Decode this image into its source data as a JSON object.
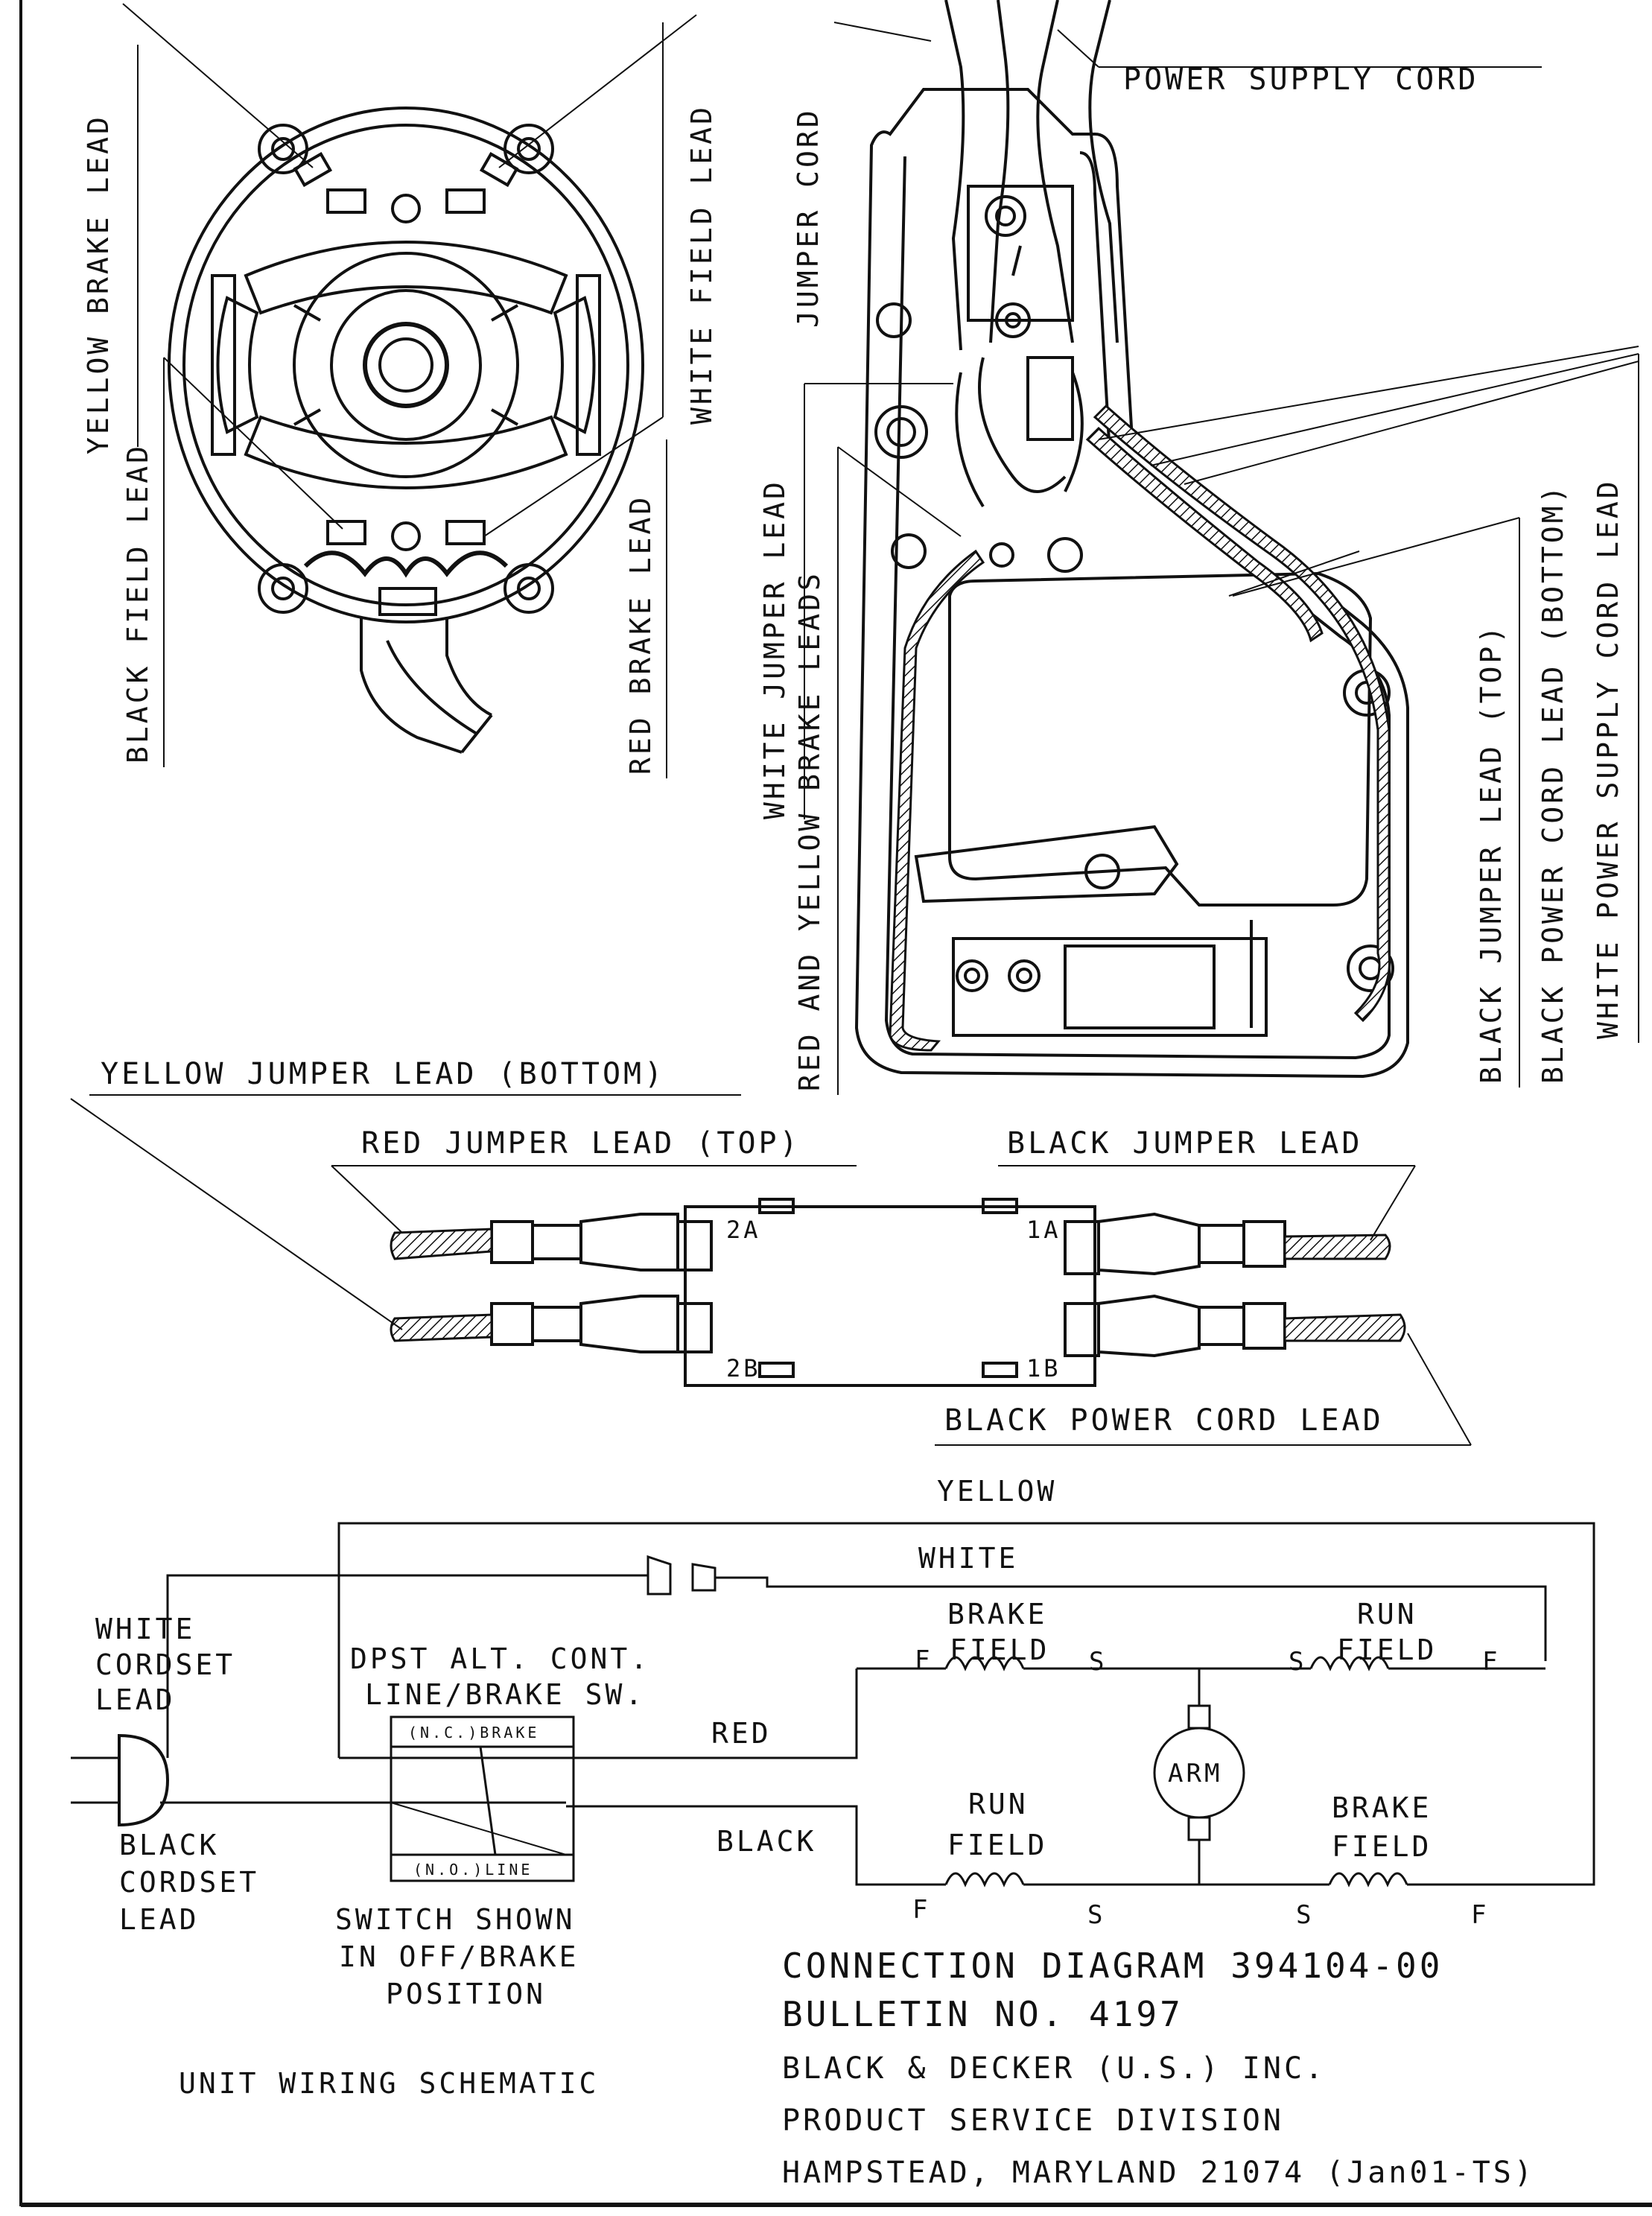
{
  "top_labels": {
    "yellow_brake_lead": "YELLOW BRAKE LEAD",
    "black_field_lead": "BLACK FIELD LEAD",
    "white_field_lead": "WHITE FIELD LEAD",
    "red_brake_lead": "RED BRAKE LEAD",
    "jumper_cord": "JUMPER CORD",
    "power_supply_cord": "POWER SUPPLY CORD",
    "white_jumper_lead": "WHITE JUMPER LEAD",
    "red_yellow_brake_leads": "RED AND YELLOW BRAKE LEADS",
    "black_jumper_lead_top": "BLACK JUMPER LEAD (TOP)",
    "black_power_cord_lead_bottom": "BLACK POWER CORD LEAD (BOTTOM)",
    "white_power_supply_cord_lead": "WHITE POWER SUPPLY CORD LEAD"
  },
  "switch_labels": {
    "yellow_jumper_lead_bottom": "YELLOW JUMPER LEAD (BOTTOM)",
    "red_jumper_lead_top": "RED JUMPER LEAD (TOP)",
    "black_jumper_lead": "BLACK JUMPER LEAD",
    "black_power_cord_lead": "BLACK POWER CORD LEAD",
    "t2a": "2A",
    "t1a": "1A",
    "t2b": "2B",
    "t1b": "1B"
  },
  "schematic": {
    "yellow": "YELLOW",
    "white": "WHITE",
    "red": "RED",
    "black": "BLACK",
    "brake_field_1": "BRAKE",
    "brake_field_2": "FIELD",
    "run_field_1": "RUN",
    "run_field_2": "FIELD",
    "lower_run_1": "RUN",
    "lower_run_2": "FIELD",
    "lower_brake_1": "BRAKE",
    "lower_brake_2": "FIELD",
    "arm": "ARM",
    "f": "F",
    "s": "S",
    "white_cordset_1": "WHITE",
    "white_cordset_2": "CORDSET",
    "white_cordset_3": "LEAD",
    "black_cordset_1": "BLACK",
    "black_cordset_2": "CORDSET",
    "black_cordset_3": "LEAD",
    "dpst_1": "DPST ALT. CONT.",
    "dpst_2": "LINE/BRAKE SW.",
    "nc_brake": "(N.C.)BRAKE",
    "no_line": "(N.O.)LINE",
    "switch_shown_1": "SWITCH SHOWN",
    "switch_shown_2": "IN OFF/BRAKE",
    "switch_shown_3": "POSITION",
    "unit_wiring": "UNIT WIRING SCHEMATIC"
  },
  "title_block": {
    "line1": "CONNECTION DIAGRAM 394104-00",
    "line2": "BULLETIN NO. 4197",
    "line3": "BLACK & DECKER (U.S.) INC.",
    "line4": "PRODUCT SERVICE DIVISION",
    "line5": "HAMPSTEAD, MARYLAND 21074 (Jan01-TS)"
  }
}
